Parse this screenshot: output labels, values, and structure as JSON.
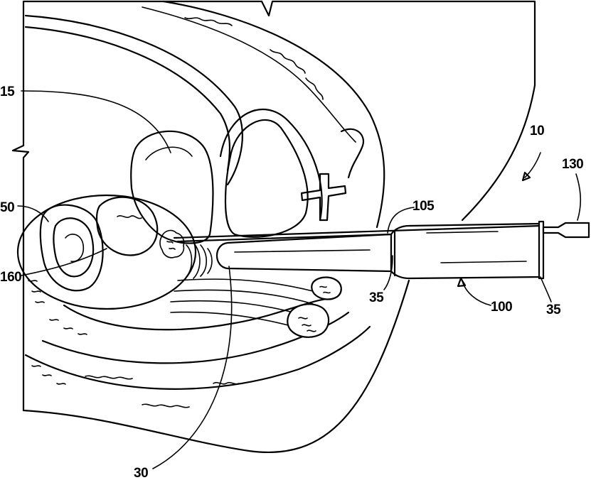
{
  "reference_numerals": {
    "r15": "15",
    "r50": "50",
    "r160": "160",
    "r30": "30",
    "r35_left": "35",
    "r105": "105",
    "r10": "10",
    "r130": "130",
    "r100": "100",
    "r35_right": "35"
  }
}
